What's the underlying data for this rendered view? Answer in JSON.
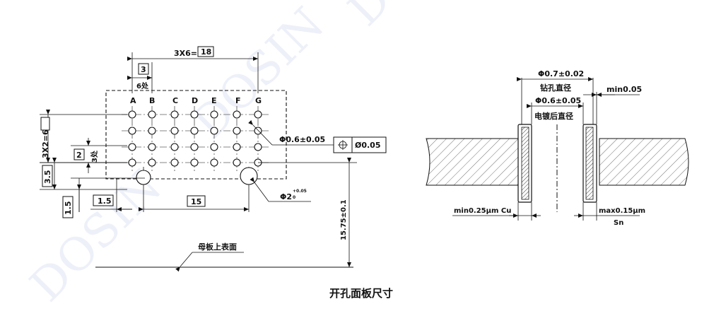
{
  "watermark": "DOSIN",
  "left_view": {
    "columns": [
      "A",
      "B",
      "C",
      "D",
      "E",
      "F",
      "G"
    ],
    "pitch_total_prefix": "3X6=",
    "pitch_total_value": "18",
    "pitch_value": "3",
    "pitch_count": "6处",
    "vertical_total": "3X2=6",
    "row_pitch_value": "2",
    "row_pitch_count": "3处",
    "offset_vertical": "3.5",
    "offset_vertical_small": "1.5",
    "offset_horizontal": "1.5",
    "large_hole_spacing": "15",
    "small_hole_dia": "Φ0.6±0.05",
    "tolerance_frame_symbol": "⊕",
    "tolerance_frame_value": "Ø0.05",
    "large_hole_dia_main": "Φ2",
    "large_hole_tol_upper": "+0.05",
    "large_hole_tol_lower": "0",
    "height_dim": "15.75±0.1",
    "board_surface_label": "母板上表面"
  },
  "right_view": {
    "drill_dia": "Φ0.7±0.02",
    "drill_label": "钻孔直径",
    "plated_dia": "Φ0.6±0.05",
    "plated_label": "电镀后直径",
    "min_plating": "min0.05",
    "cu_plating": "min0.25μm Cu",
    "sn_plating": "max0.15μm",
    "sn_label": "Sn"
  },
  "caption": "开孔面板尺寸"
}
